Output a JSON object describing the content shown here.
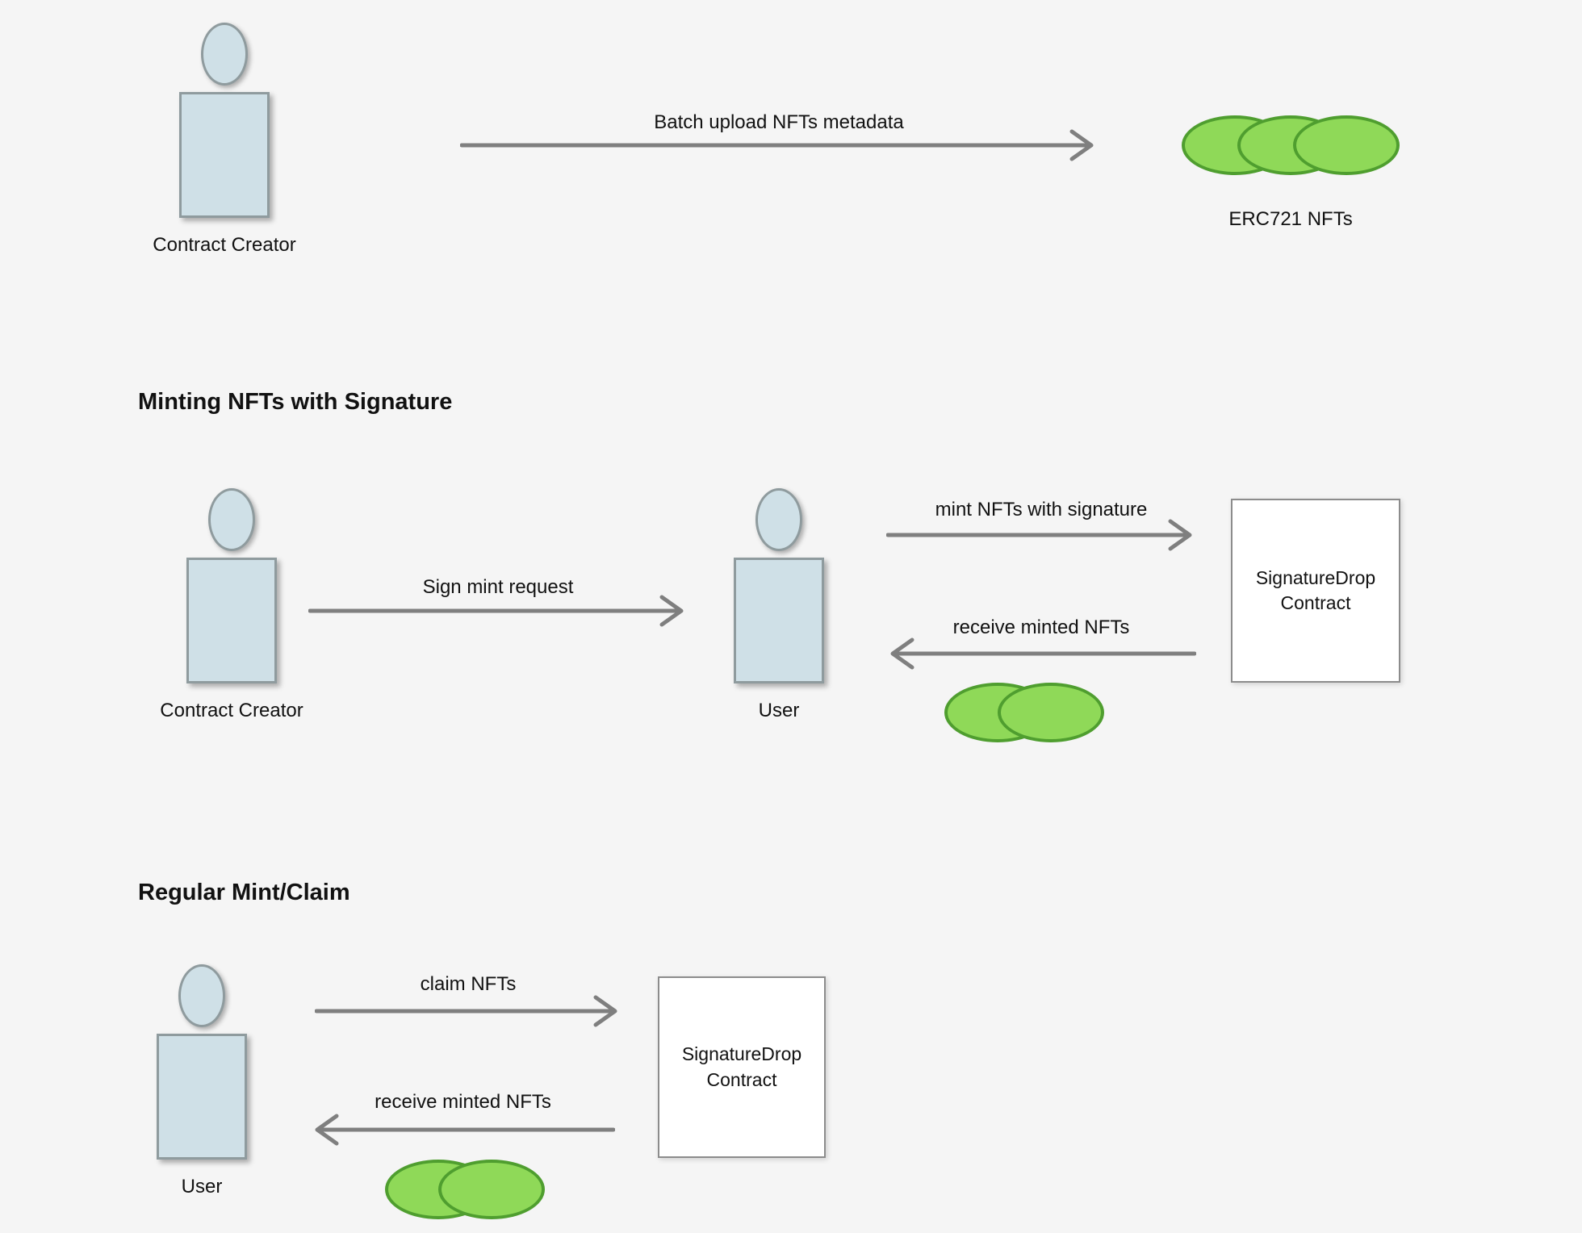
{
  "colors": {
    "background": "#f5f5f5",
    "person_fill": "#cfe0e7",
    "person_border": "#8f9b9e",
    "nft_fill": "#8fd958",
    "nft_border": "#4f9e2f",
    "arrow": "#7f7f7f",
    "box_fill": "#ffffff",
    "box_border": "#8c8c8c",
    "text": "#111111"
  },
  "diagram": {
    "upload_flow": {
      "actor": "Contract Creator",
      "arrow": "Batch upload NFTs metadata",
      "nfts": "ERC721 NFTs"
    },
    "signature_flow": {
      "title": "Minting NFTs with Signature",
      "creator": "Contract Creator",
      "sign_arrow": "Sign mint request",
      "user": "User",
      "mint_arrow": "mint NFTs with signature",
      "receive_arrow": "receive minted NFTs",
      "contract": "SignatureDrop Contract"
    },
    "claim_flow": {
      "title": "Regular Mint/Claim",
      "user": "User",
      "claim_arrow": "claim NFTs",
      "receive_arrow": "receive minted NFTs",
      "contract": "SignatureDrop Contract"
    }
  }
}
